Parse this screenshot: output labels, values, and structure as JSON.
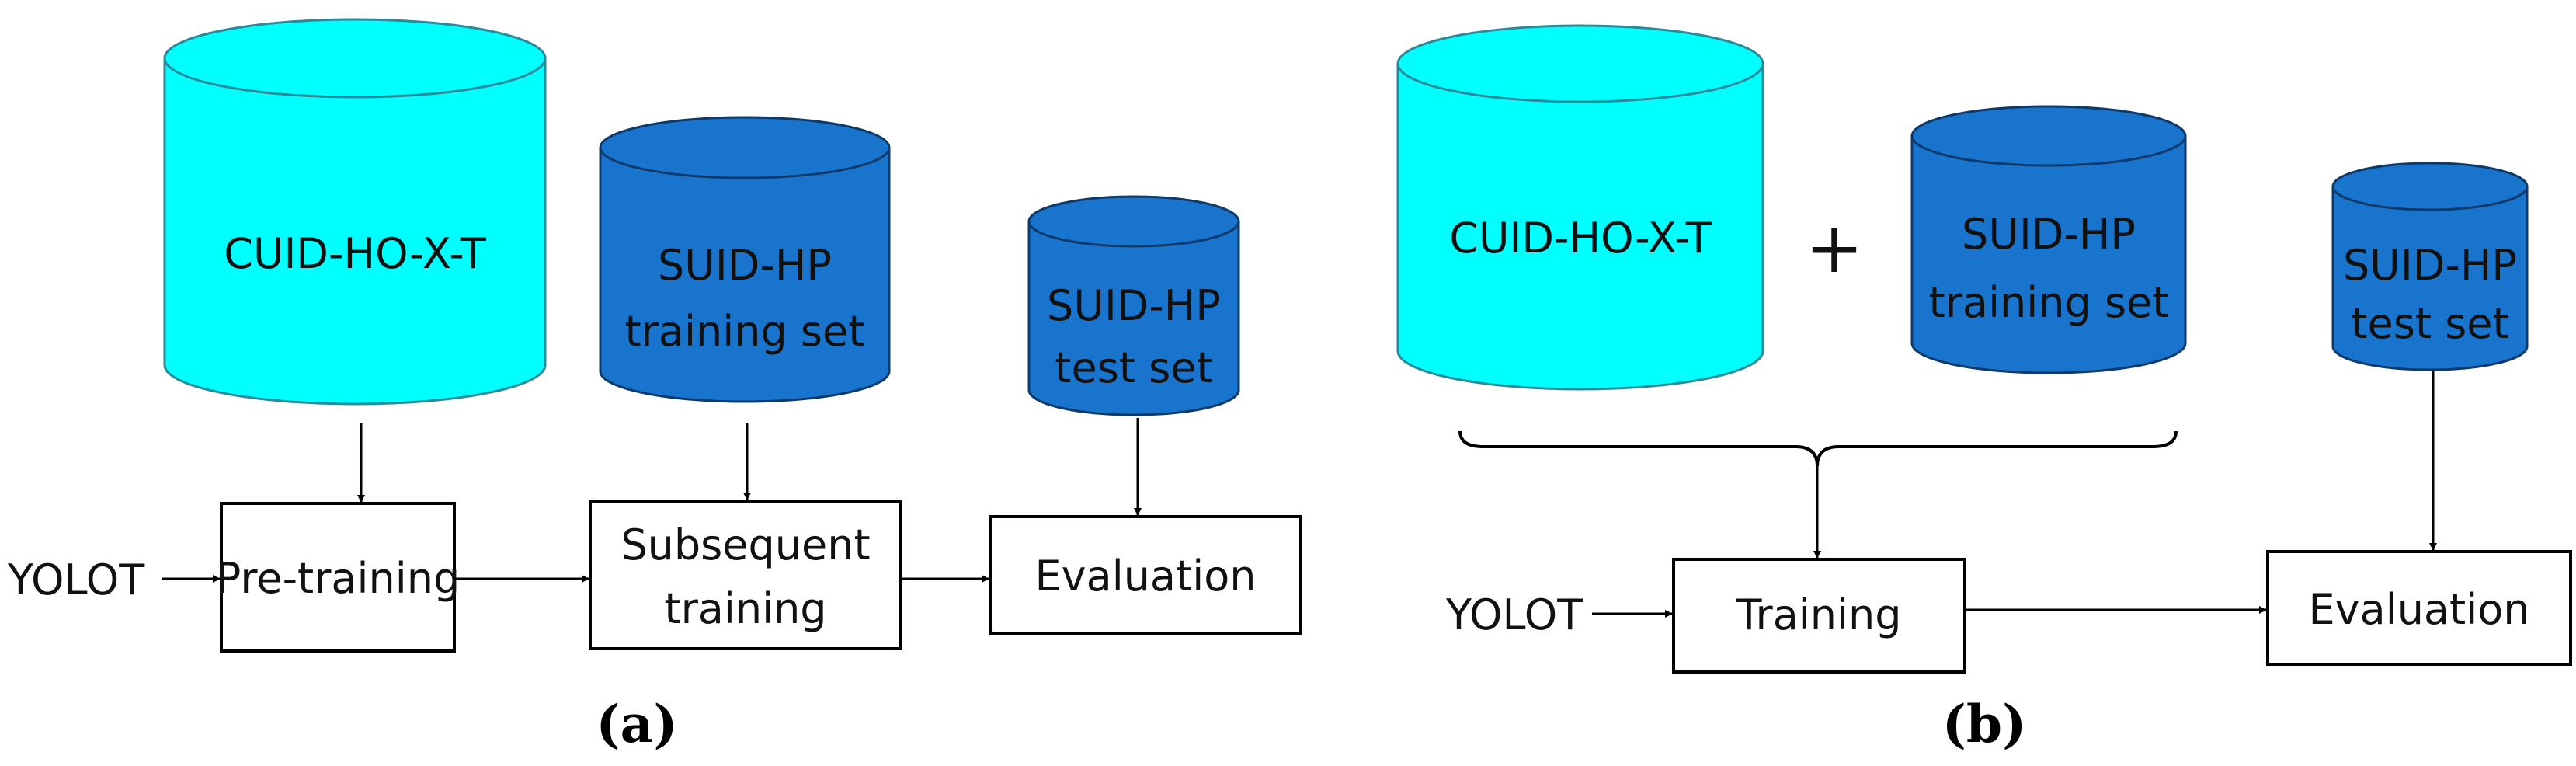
{
  "colors": {
    "cyan": "#00FFFF",
    "blue": "#1874CD",
    "stroke": "#1f3a5a",
    "line": "#000000"
  },
  "panel_a": {
    "caption": "(a)",
    "db_cuid": "CUID-HO-X-T",
    "db_train_l1": "SUID-HP",
    "db_train_l2": "training set",
    "db_test_l1": "SUID-HP",
    "db_test_l2": "test set",
    "input_label": "YOLOT",
    "box_pretraining": "Pre-training",
    "box_subsequent_l1": "Subsequent",
    "box_subsequent_l2": "training",
    "box_evaluation": "Evaluation"
  },
  "panel_b": {
    "caption": "(b)",
    "db_cuid": "CUID-HO-X-T",
    "plus": "+",
    "db_train_l1": "SUID-HP",
    "db_train_l2": "training set",
    "db_test_l1": "SUID-HP",
    "db_test_l2": "test set",
    "input_label": "YOLOT",
    "box_training": "Training",
    "box_evaluation": "Evaluation"
  }
}
